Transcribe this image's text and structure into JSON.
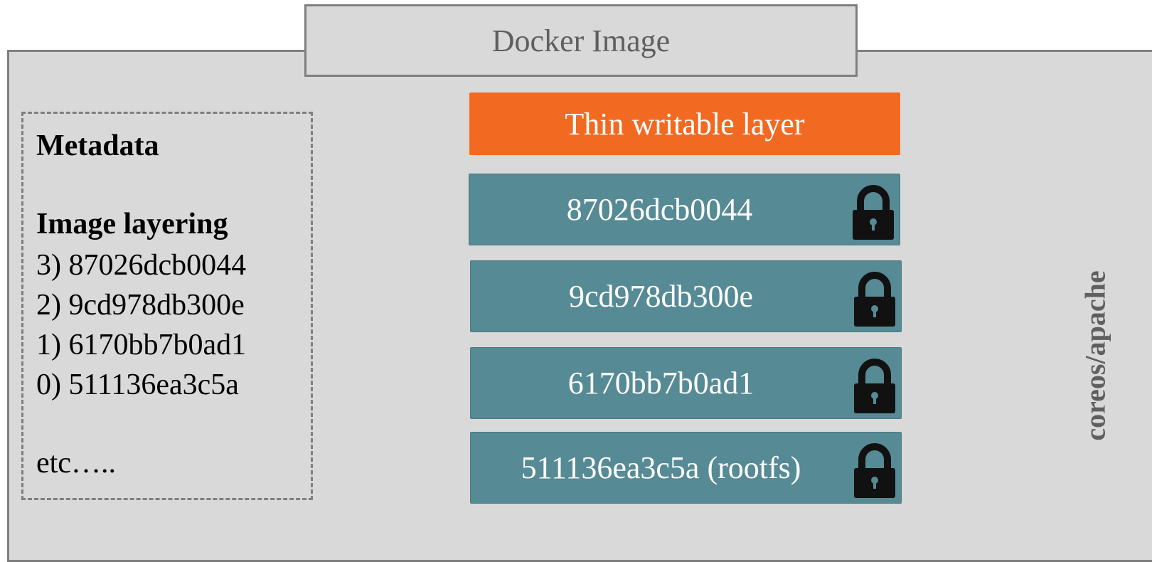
{
  "title": "Docker Image",
  "metadata": {
    "heading": "Metadata",
    "layering_heading": "Image layering",
    "layers": [
      "3)  87026dcb0044",
      "2)  9cd978db300e",
      "1)  6170bb7b0ad1",
      "0)  511136ea3c5a"
    ],
    "etc": "etc….."
  },
  "stack": {
    "writable_label": "Thin writable  layer",
    "layers": [
      {
        "label": "87026dcb0044",
        "icon": "lock-icon"
      },
      {
        "label": "9cd978db300e",
        "icon": "lock-icon"
      },
      {
        "label": "6170bb7b0ad1",
        "icon": "lock-icon"
      },
      {
        "label": "511136ea3c5a  (rootfs)",
        "icon": "lock-icon"
      }
    ]
  },
  "image_name": "coreos/apache",
  "colors": {
    "writable": "#f26a22",
    "readonly": "#568a94",
    "panel": "#d9d9d9",
    "border": "#7f7f7f"
  }
}
